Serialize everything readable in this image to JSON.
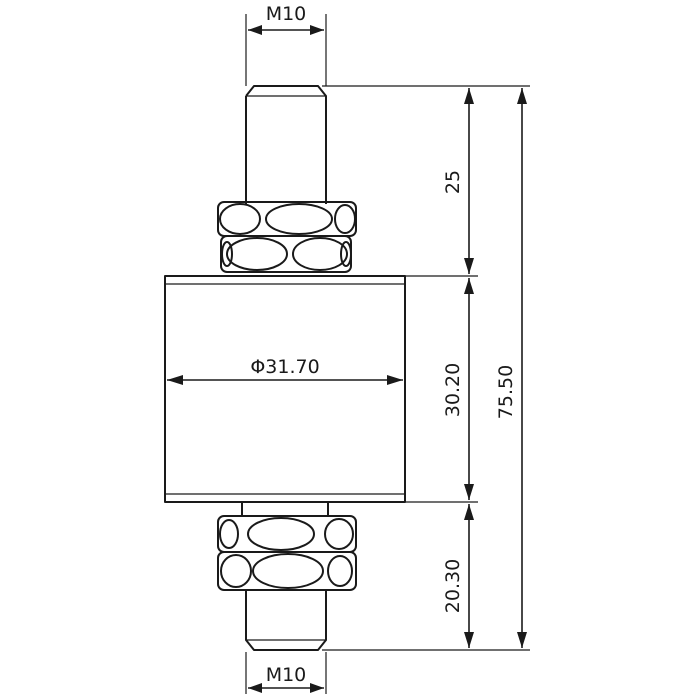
{
  "dimensions": {
    "top_thread": "M10",
    "bottom_thread": "M10",
    "diameter": "Φ31.70",
    "top_stud_length": "25",
    "body_height": "30.20",
    "bottom_stud_length": "20.30",
    "overall_length": "75.50"
  }
}
